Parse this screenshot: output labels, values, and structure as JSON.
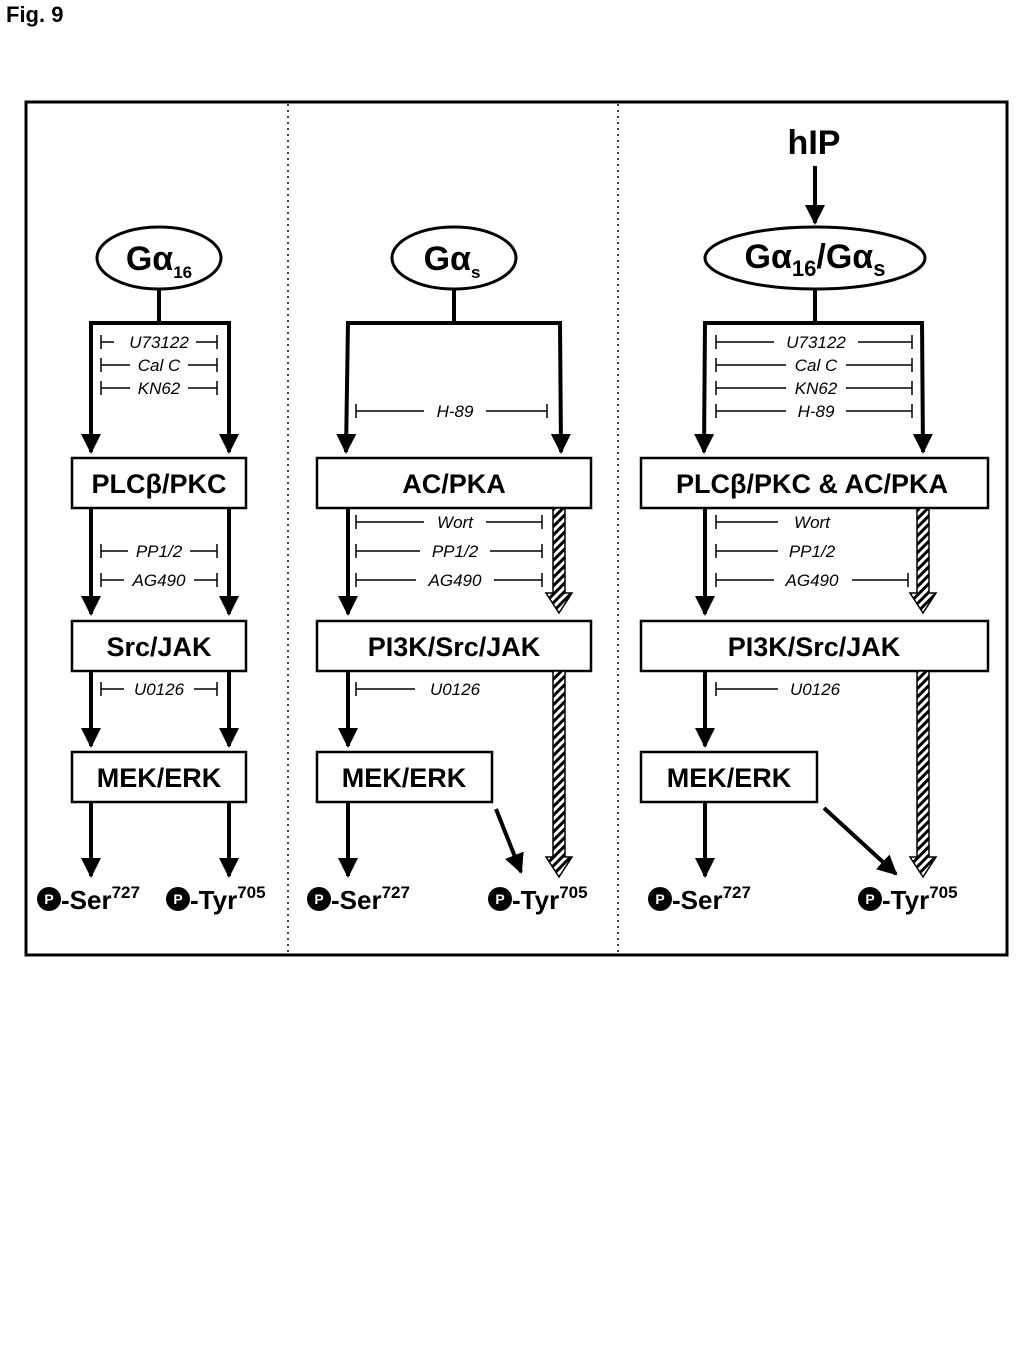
{
  "figure_label": "Fig. 9",
  "panels": [
    {
      "top_label": "",
      "receptor": {
        "base": "Gα",
        "sub": "16"
      },
      "inhibitors_1": [
        "U73122",
        "Cal C",
        "KN62"
      ],
      "box1": "PLCβ/PKC",
      "inhibitors_2": [
        "PP1/2",
        "AG490"
      ],
      "box2": "Src/JAK",
      "inhibitors_3": [
        "U0126"
      ],
      "box3": "MEK/ERK",
      "out_left": {
        "p": "P",
        "name": "-Ser",
        "sup": "727"
      },
      "out_right": {
        "p": "P",
        "name": "-Tyr",
        "sup": "705"
      }
    },
    {
      "top_label": "",
      "receptor": {
        "base": "Gα",
        "sub": "s"
      },
      "inhibitors_1": [
        "H-89"
      ],
      "box1": "AC/PKA",
      "inhibitors_2": [
        "Wort",
        "PP1/2",
        "AG490"
      ],
      "box2": "PI3K/Src/JAK",
      "inhibitors_3": [
        "U0126"
      ],
      "box3": "MEK/ERK",
      "out_left": {
        "p": "P",
        "name": "-Ser",
        "sup": "727"
      },
      "out_right": {
        "p": "P",
        "name": "-Tyr",
        "sup": "705"
      }
    },
    {
      "top_label": "hIP",
      "receptor": {
        "base1": "Gα",
        "sub1": "16",
        "sep": "/",
        "base2": "Gα",
        "sub2": "s"
      },
      "inhibitors_1": [
        "U73122",
        "Cal C",
        "KN62",
        "H-89"
      ],
      "box1": "PLCβ/PKC & AC/PKA",
      "inhibitors_2": [
        "Wort",
        "PP1/2",
        "AG490"
      ],
      "box2": "PI3K/Src/JAK",
      "inhibitors_3": [
        "U0126"
      ],
      "box3": "MEK/ERK",
      "out_left": {
        "p": "P",
        "name": "-Ser",
        "sup": "727"
      },
      "out_right": {
        "p": "P",
        "name": "-Tyr",
        "sup": "705"
      }
    }
  ]
}
